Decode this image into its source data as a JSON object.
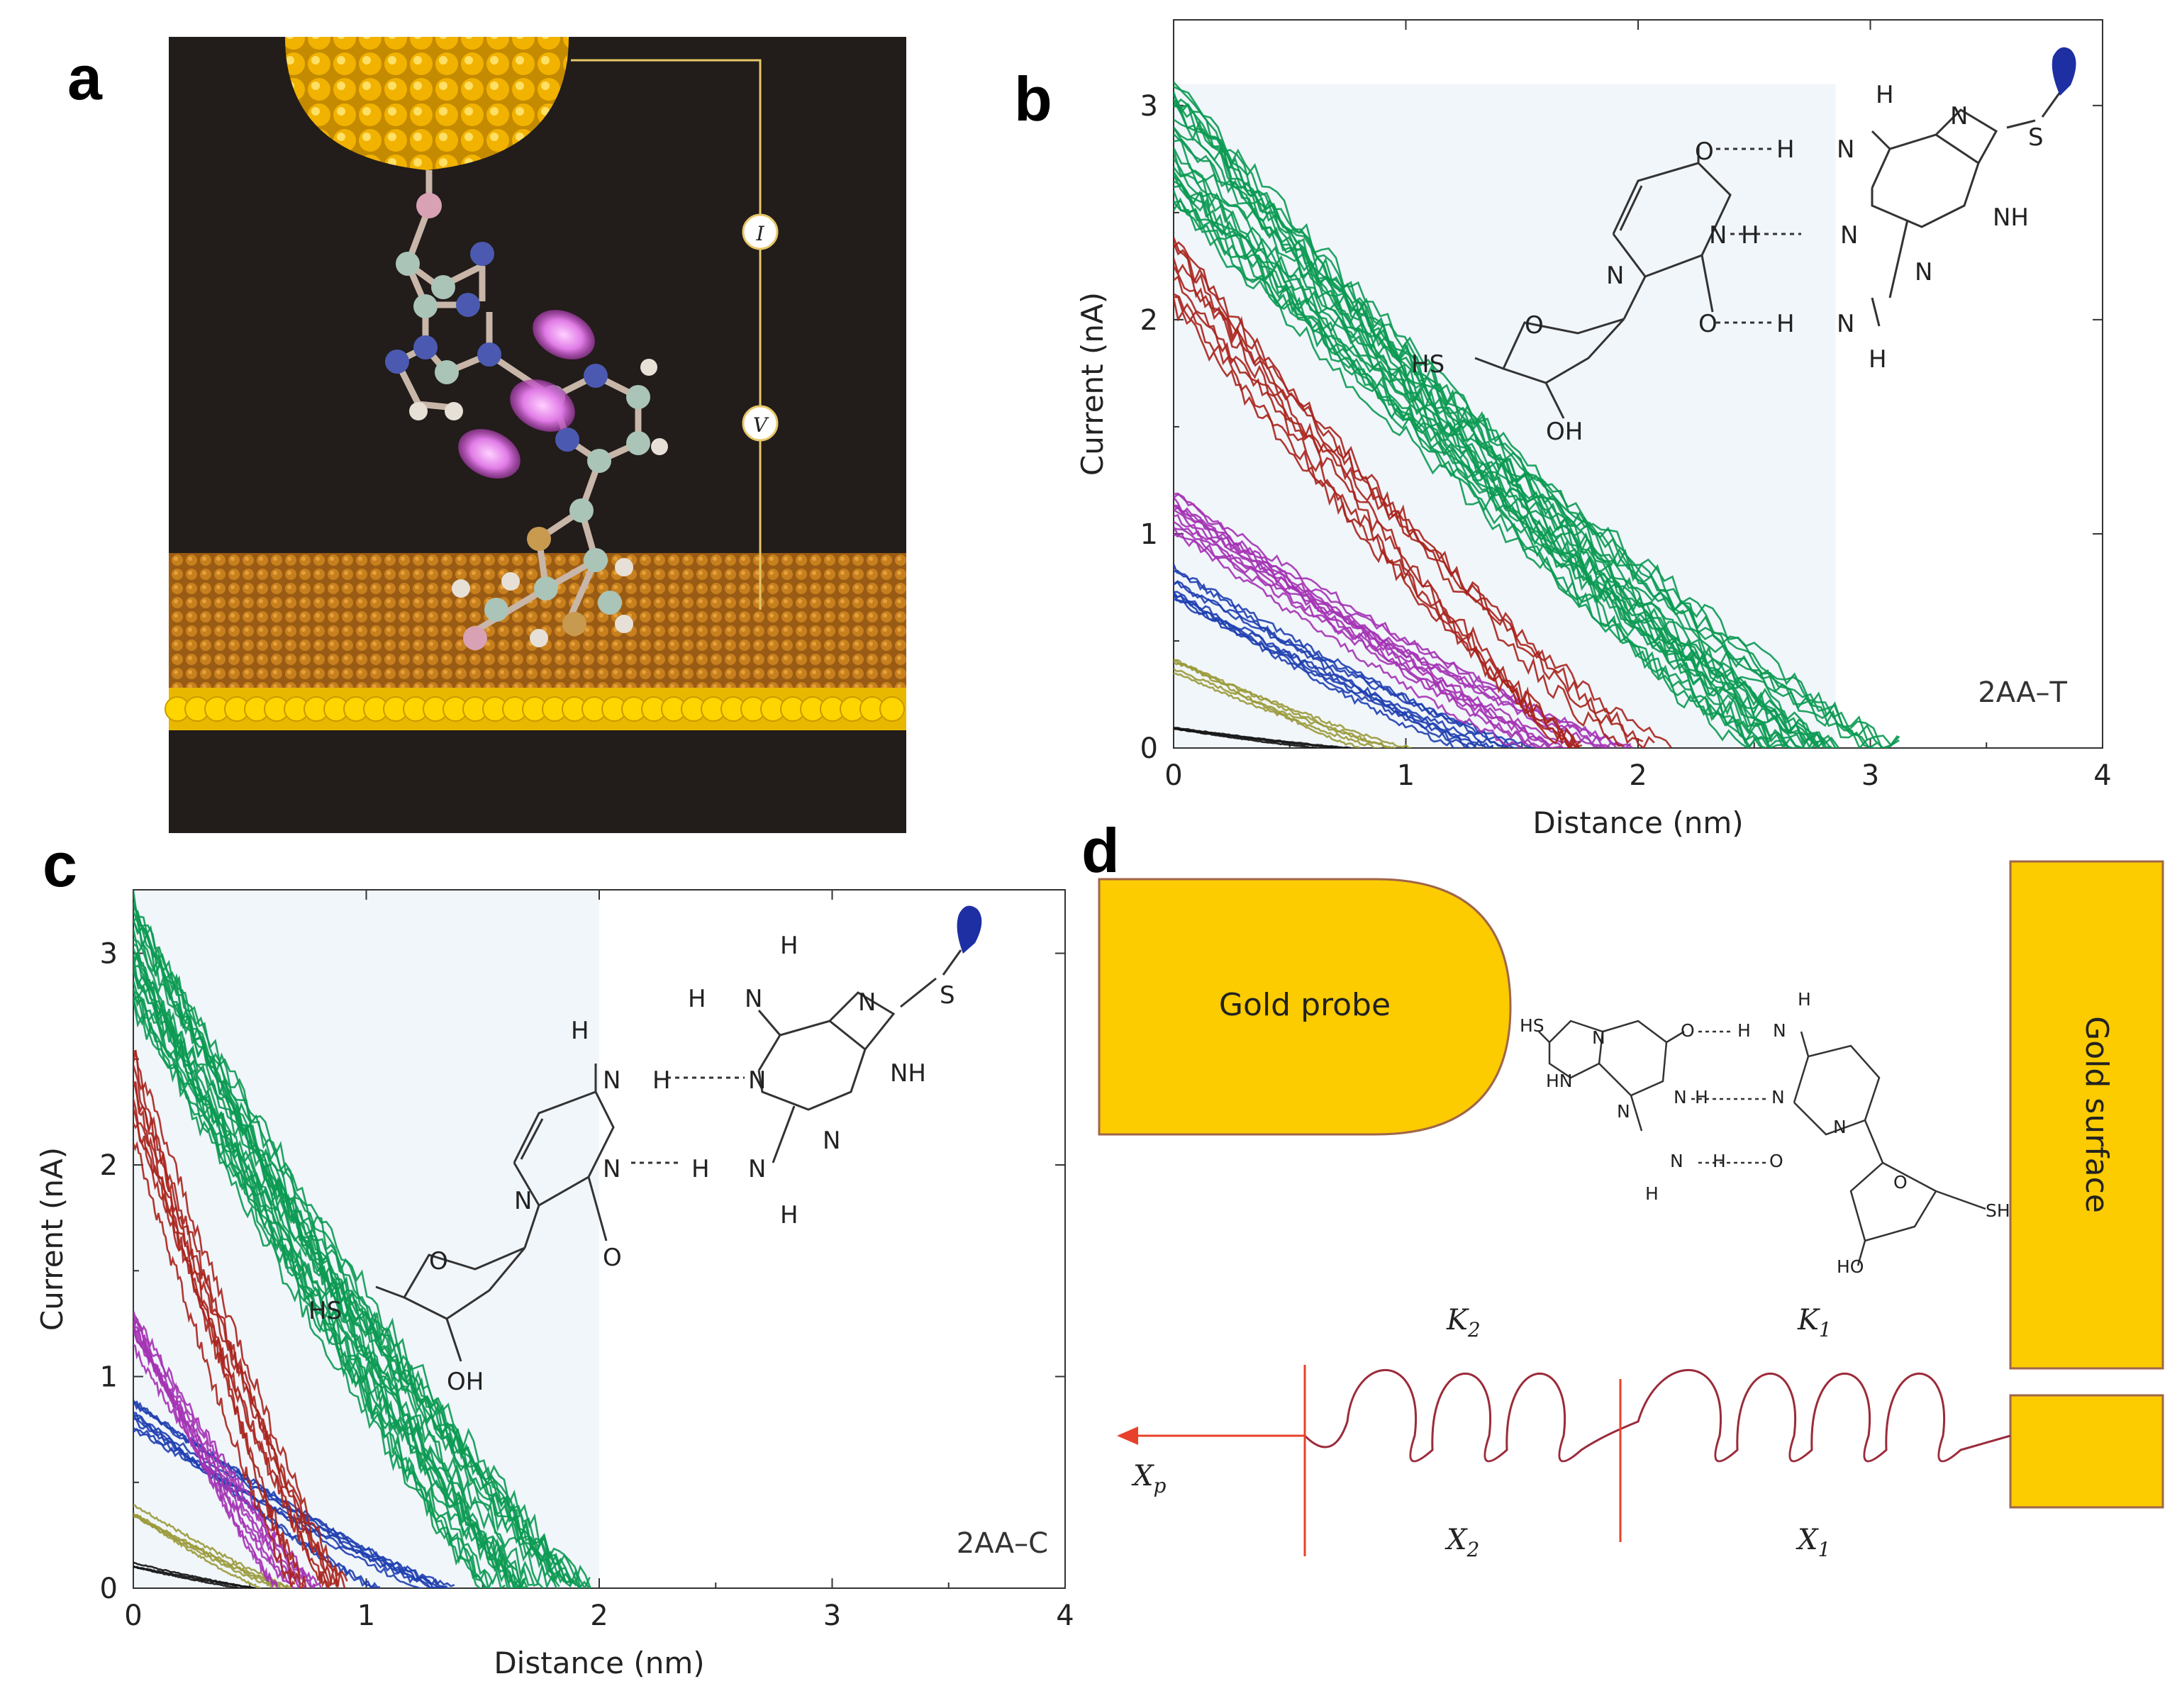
{
  "panels": {
    "a": {
      "letter": "a",
      "meter_i": "I",
      "meter_v": "V"
    },
    "b": {
      "letter": "b",
      "label": "2AA–T"
    },
    "c": {
      "letter": "c",
      "label": "2AA–C"
    },
    "d": {
      "letter": "d",
      "probe_label": "Gold probe",
      "surface_label": "Gold surface",
      "k2": "K",
      "k2_sub": "2",
      "k1": "K",
      "k1_sub": "1",
      "x2": "X",
      "x2_sub": "2",
      "x1": "X",
      "x1_sub": "1",
      "xp": "X",
      "xp_sub": "p"
    }
  },
  "chem_labels": {
    "O": "O",
    "H": "H",
    "N": "N",
    "NH": "NH",
    "S": "S",
    "HS": "HS",
    "OH": "OH",
    "SH": "SH",
    "HO": "HO",
    "HN": "HN"
  },
  "colors": {
    "green": "#0b9a52",
    "red": "#a8231c",
    "magenta": "#a433b4",
    "blue": "#1f3fb0",
    "olive": "#9a9a3a",
    "black": "#111111",
    "gold": "#fccb00",
    "probe_blue": "#1d2fa3",
    "spring": "#9b2b3a",
    "arrow": "#e8412b"
  },
  "chart_data": [
    {
      "type": "line",
      "panel": "b",
      "xlabel": "Distance (nm)",
      "ylabel": "Current (nA)",
      "xlim": [
        0,
        4
      ],
      "ylim": [
        0,
        3.4
      ],
      "xticks": [
        0,
        1,
        2,
        3,
        4
      ],
      "yticks": [
        0,
        1,
        2,
        3
      ],
      "series": [
        {
          "color": "green",
          "start": 3.1,
          "end": 2.9,
          "count": 26
        },
        {
          "color": "red",
          "start": 2.45,
          "end": 2.1,
          "count": 9
        },
        {
          "color": "magenta",
          "start": 1.2,
          "end": 1.85,
          "count": 12
        },
        {
          "color": "blue",
          "start": 0.85,
          "end": 1.5,
          "count": 9
        },
        {
          "color": "olive",
          "start": 0.42,
          "end": 1.0,
          "count": 5
        },
        {
          "color": "black",
          "start": 0.1,
          "end": 0.75,
          "count": 3
        }
      ]
    },
    {
      "type": "line",
      "panel": "c",
      "xlabel": "Distance (nm)",
      "ylabel": "Current (nA)",
      "xlim": [
        0,
        4
      ],
      "ylim": [
        0,
        3.3
      ],
      "xticks": [
        0,
        1,
        2,
        3,
        4
      ],
      "yticks": [
        0,
        1,
        2,
        3
      ],
      "series": [
        {
          "color": "green",
          "start": 3.25,
          "end": 1.9,
          "count": 26
        },
        {
          "color": "red",
          "start": 2.55,
          "end": 0.85,
          "count": 9
        },
        {
          "color": "magenta",
          "start": 1.3,
          "end": 0.75,
          "count": 9
        },
        {
          "color": "blue",
          "start": 0.9,
          "end": 1.3,
          "count": 9
        },
        {
          "color": "olive",
          "start": 0.4,
          "end": 0.65,
          "count": 5
        },
        {
          "color": "black",
          "start": 0.12,
          "end": 0.55,
          "count": 3
        }
      ]
    }
  ]
}
